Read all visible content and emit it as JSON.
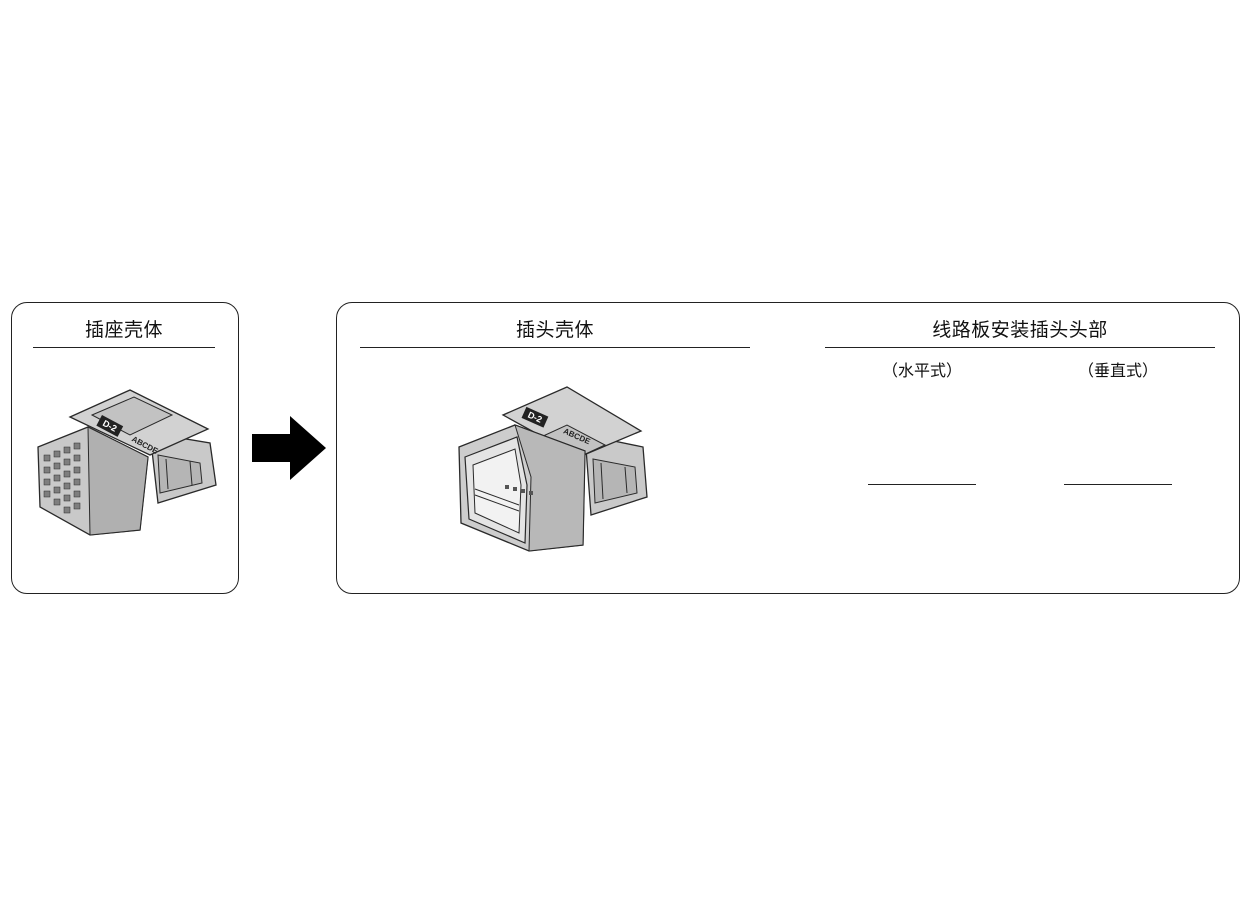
{
  "receptacle": {
    "title": "插座壳体",
    "label_letters": "ABCDE",
    "label_code": "D-2"
  },
  "plug": {
    "title": "插头壳体",
    "label_letters": "ABCDE",
    "label_code": "D-2"
  },
  "pcb_header": {
    "title": "线路板安装插头头部",
    "horizontal_label": "（水平式）",
    "vertical_label": "（垂直式）"
  },
  "colors": {
    "housing_fill": "#c9c9c9",
    "housing_dark": "#9a9a9a",
    "outline": "#2a2a2a",
    "arrow": "#000000"
  }
}
